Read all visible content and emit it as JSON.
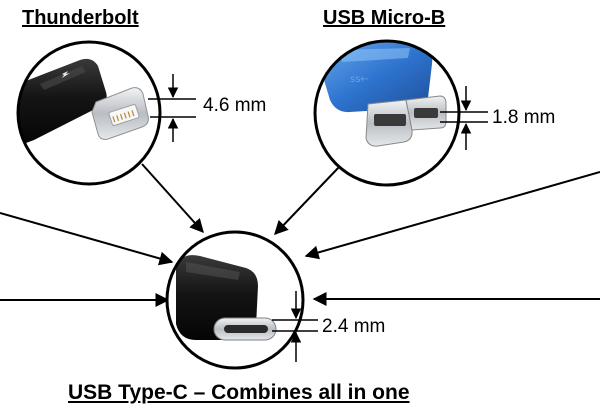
{
  "labels": {
    "thunderbolt": "Thunderbolt",
    "micro_b": "USB Micro-B",
    "caption": "USB Type-C – Combines all in one"
  },
  "dimensions": {
    "thunderbolt": "4.6 mm",
    "micro_b": "1.8 mm",
    "type_c": "2.4 mm"
  },
  "colors": {
    "cable_black": "#151515",
    "micro_b_blue": "#3a7fd6",
    "metal": "#c8ccd0"
  }
}
